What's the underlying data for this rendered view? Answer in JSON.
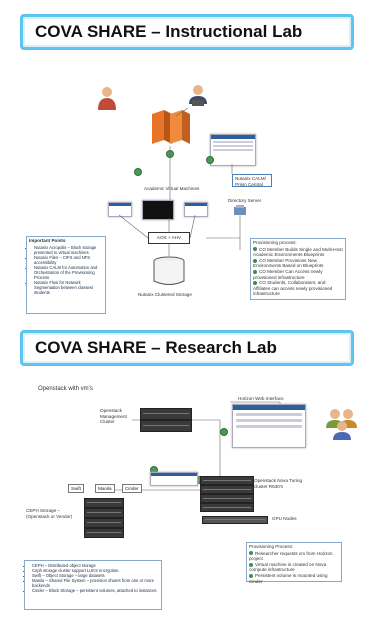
{
  "instructional": {
    "title": "COVA SHARE – Instructional Lab",
    "academic_vm_label": "Academic Virtual Machines",
    "calm_label": "Nutanix CALM/ Prism Central",
    "directory_label": "Directory Server",
    "ahv_label": "AOS + AHV",
    "storage_label": "Nutanix Clustered Storage",
    "important_title": "Important Points",
    "important_points": [
      "Nutanix Acropolis – Block storage presented to virtual machines",
      "Nutanix Files – CIFS and NFS accessibility",
      "Nutanix CALM for Automation and Orchestration of the Provisioning Process",
      "Nutanix Flow for Network Segmentation between classes/ students"
    ],
    "provision_title": "Provisioning process:",
    "provision_steps": [
      "CO Member Builds Single and Multi-Host Academic Environments Blueprints",
      "CO Member Provisions New Environments Based on Blueprints",
      "CO Member Can Access newly provisioned infrastructure",
      "CO Students, Collaborators, and Affiliates can access newly provisioned infrastructure"
    ],
    "colors": {
      "accent": "#5cc4ee",
      "nutanix_orange": "#e8742a",
      "step_green": "#3f8f4a"
    }
  },
  "research": {
    "title": "COVA SHARE – Research Lab",
    "openstack_label": "Openstack with vm's",
    "horizon_label": "Horizon Web Interface",
    "mgmt_label": "Openstack Management Cluster",
    "storage_tags": [
      "Swift",
      "Manila",
      "Cinder"
    ],
    "ceph_label": "CEPH Storage – (Openstack or Vendor)",
    "nova_label": "Openstack Nova Turing cluster R630's",
    "gpu_label": "GPU Nodes",
    "storage_points": [
      "CEPH – Distributed object storage",
      "Ceph storage cluster support LUKS encryption.",
      "Swift – Object Storage – large datasets",
      "Manila – Shared File System – provision shares from one or more backends",
      "Cinder – Block Storage – persistent volumes, attached to instances"
    ],
    "provision_title": "Provisioning Process:",
    "provision_steps": [
      "Researcher requests vm from Horizon project",
      "Virtual machine is created on Nova compute infrastructure",
      "Persistent volume is mounted using Cinder"
    ]
  }
}
